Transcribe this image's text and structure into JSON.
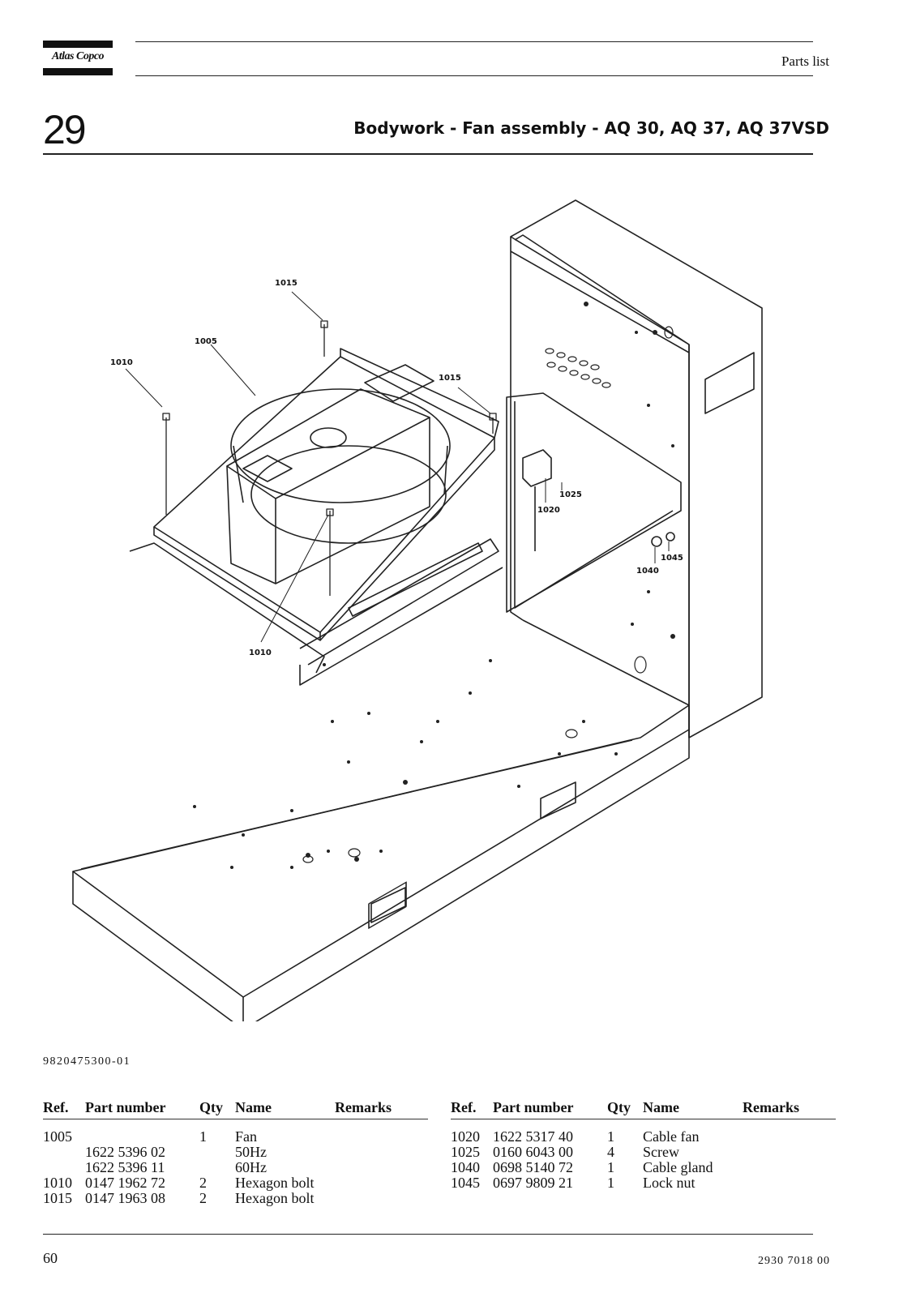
{
  "header": {
    "brand": "Atlas Copco",
    "section_label": "Parts list",
    "section_number": "29",
    "title": "Bodywork - Fan assembly - AQ 30, AQ 37, AQ 37VSD"
  },
  "drawing": {
    "drawing_id": "9820475300-01",
    "callouts": [
      "1015",
      "1005",
      "1010",
      "1015",
      "1025",
      "1020",
      "1045",
      "1040",
      "1010"
    ]
  },
  "table_headers": {
    "ref": "Ref.",
    "part_number": "Part number",
    "qty": "Qty",
    "name": "Name",
    "remarks": "Remarks"
  },
  "parts_left": [
    {
      "ref": "1005",
      "part_number": "",
      "qty": "1",
      "name": "Fan",
      "remarks": ""
    },
    {
      "ref": "",
      "part_number": "1622 5396 02",
      "qty": "",
      "name": "50Hz",
      "remarks": ""
    },
    {
      "ref": "",
      "part_number": "1622 5396 11",
      "qty": "",
      "name": "60Hz",
      "remarks": ""
    },
    {
      "ref": "1010",
      "part_number": "0147 1962 72",
      "qty": "2",
      "name": "Hexagon bolt",
      "remarks": ""
    },
    {
      "ref": "1015",
      "part_number": "0147 1963 08",
      "qty": "2",
      "name": "Hexagon bolt",
      "remarks": ""
    }
  ],
  "parts_right": [
    {
      "ref": "1020",
      "part_number": "1622 5317 40",
      "qty": "1",
      "name": "Cable fan",
      "remarks": ""
    },
    {
      "ref": "1025",
      "part_number": "0160 6043 00",
      "qty": "4",
      "name": "Screw",
      "remarks": ""
    },
    {
      "ref": "1040",
      "part_number": "0698 5140 72",
      "qty": "1",
      "name": "Cable gland",
      "remarks": ""
    },
    {
      "ref": "1045",
      "part_number": "0697 9809 21",
      "qty": "1",
      "name": "Lock nut",
      "remarks": ""
    }
  ],
  "footer": {
    "page_number": "60",
    "document_number": "2930 7018 00"
  }
}
